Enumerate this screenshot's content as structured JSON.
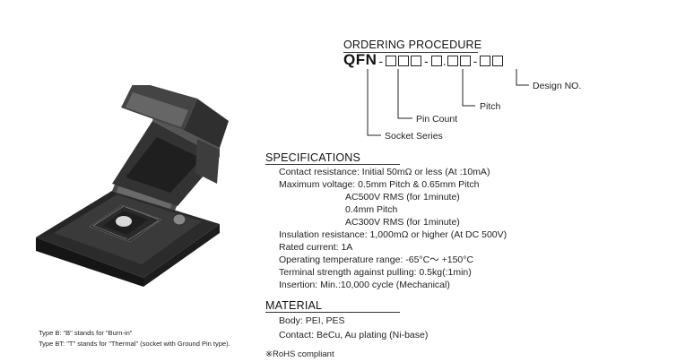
{
  "ordering": {
    "title": "ORDERING PROCEDURE",
    "prefix": "QFN",
    "labels": {
      "socket_series": "Socket Series",
      "pin_count": "Pin Count",
      "pitch": "Pitch",
      "design_no": "Design NO."
    }
  },
  "specifications": {
    "title": "SPECIFICATIONS",
    "lines": [
      "Contact resistance: Initial 50mΩ or less (At :10mA)",
      "Maximum voltage: 0.5mm Pitch & 0.65mm Pitch",
      "AC500V RMS (for  1minute)",
      "0.4mm Pitch",
      "AC300V RMS (for 1minute)",
      "Insulation resistance: 1,000mΩ or higher (At DC 500V)",
      "Rated current: 1A",
      "Operating temperature range: -65°C～ +150°C",
      "Terminal strength against pulling: 0.5kg(:1min)",
      "Insertion: Min.:10,000 cycle (Mechanical)"
    ]
  },
  "material": {
    "title": "MATERIAL",
    "lines": [
      "Body: PEI, PES",
      "Contact: BeCu, Au plating (Ni-base)"
    ]
  },
  "rohs": "※RoHS compliant",
  "notes": [
    "Type B: \"B\" stands for \"Burn-in\"",
    "Type BT: \"T\" stands for \"Thermal\" (socket with Ground Pin type)."
  ]
}
